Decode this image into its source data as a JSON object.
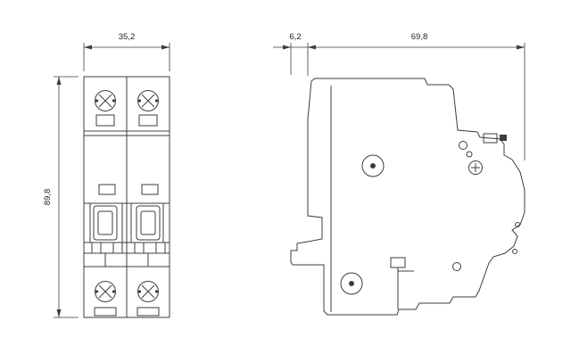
{
  "drawing": {
    "type": "dimension-drawing",
    "subject": "2-pole miniature circuit breaker, front and side views",
    "front_view": {
      "width_label": "35,2",
      "height_label": "89,8"
    },
    "side_view": {
      "offset_label": "6,2",
      "depth_label": "69,8"
    }
  },
  "colors": {
    "line": "#3d3d3d",
    "background": "#ffffff",
    "text": "#1f1f1f"
  }
}
